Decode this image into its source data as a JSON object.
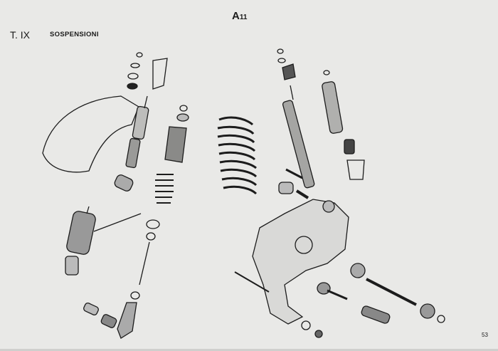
{
  "header": {
    "code_letter": "A",
    "code_number": "11",
    "plate": "T. IX",
    "title": "SOSPENSIONI"
  },
  "footer": {
    "page_number": "53"
  },
  "colors": {
    "paper": "#e9e9e7",
    "ink": "#1a1a1a"
  }
}
